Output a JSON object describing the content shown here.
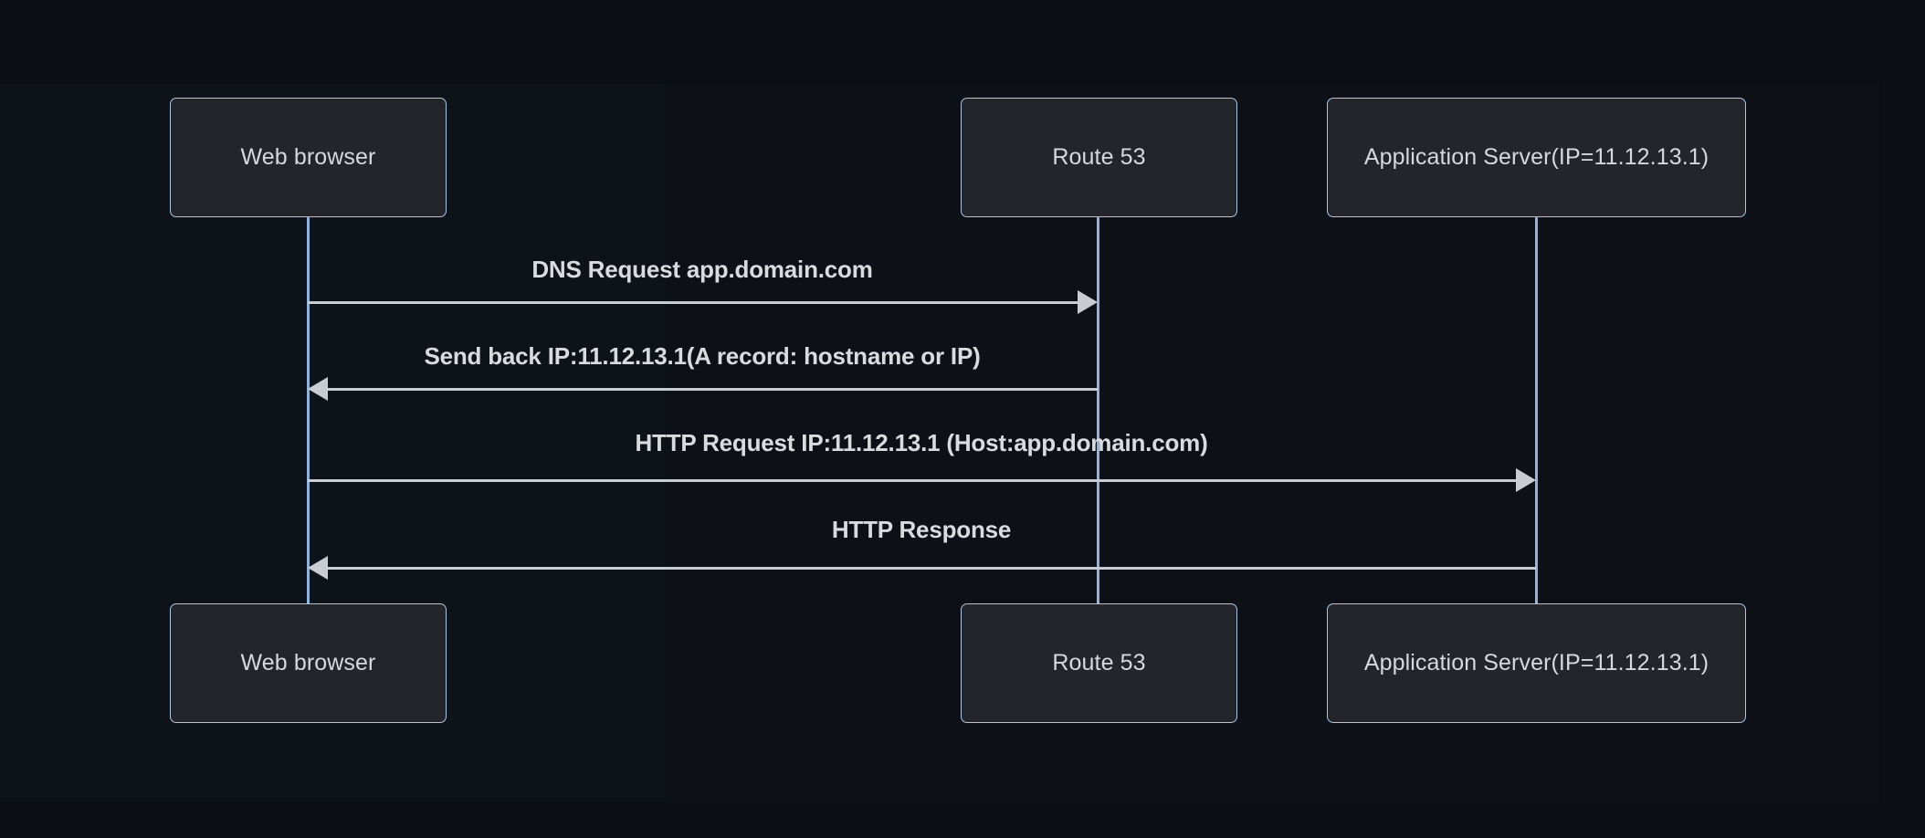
{
  "diagram": {
    "type": "sequence-diagram",
    "title": "DNS resolution and HTTP request flow",
    "colors": {
      "background": "#0b0e14",
      "panel": "#0d1117",
      "box_fill": "#23252a",
      "box_border": "#a8c7e8",
      "lifeline": "#8fb4dd",
      "message_line": "#c9ccd1",
      "text": "#d6d8dc",
      "label_text": "#d9dbdf"
    },
    "participants": [
      {
        "id": "browser",
        "label": "Web browser"
      },
      {
        "id": "route53",
        "label": "Route 53"
      },
      {
        "id": "appserver",
        "label": "Application Server(IP=11.12.13.1)"
      }
    ],
    "participants_bottom": [
      {
        "id": "browser",
        "label": "Web browser"
      },
      {
        "id": "route53",
        "label": "Route 53"
      },
      {
        "id": "appserver",
        "label": "Application Server(IP=11.12.13.1)"
      }
    ],
    "messages": [
      {
        "index": 1,
        "label": "DNS Request app.domain.com",
        "from": "browser",
        "to": "route53",
        "direction": "right"
      },
      {
        "index": 2,
        "label": "Send back IP:11.12.13.1(A record: hostname or IP)",
        "from": "route53",
        "to": "browser",
        "direction": "left"
      },
      {
        "index": 3,
        "label": "HTTP Request IP:11.12.13.1 (Host:app.domain.com)",
        "from": "browser",
        "to": "appserver",
        "direction": "right"
      },
      {
        "index": 4,
        "label": "HTTP Response",
        "from": "appserver",
        "to": "browser",
        "direction": "left"
      }
    ]
  }
}
